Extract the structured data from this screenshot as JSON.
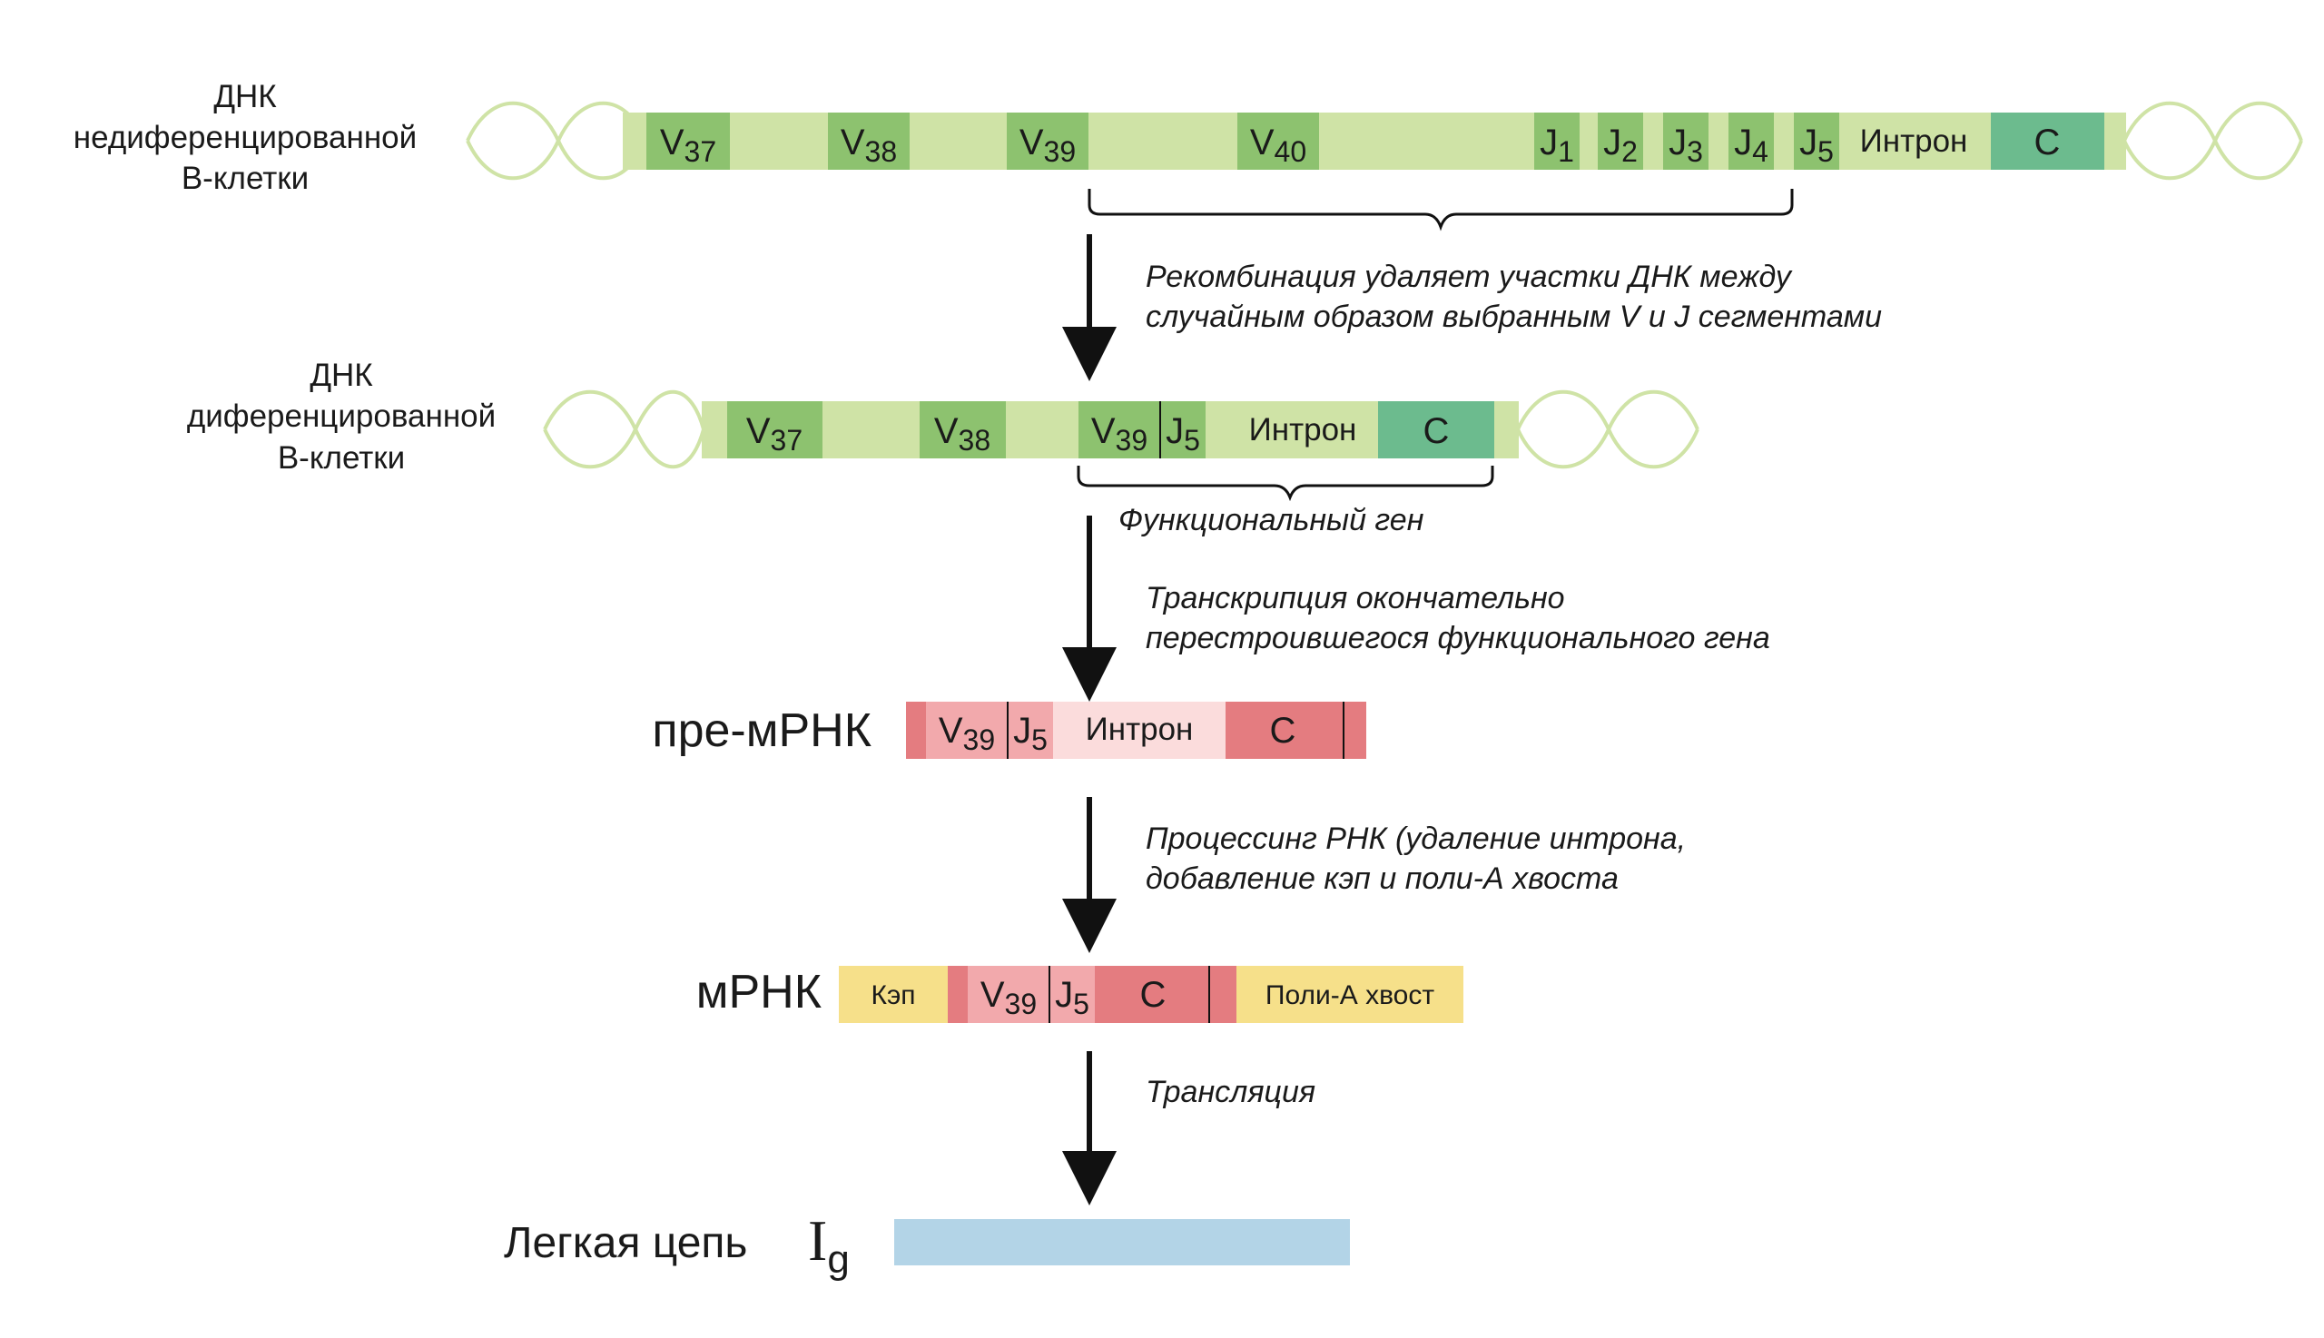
{
  "colors": {
    "dna_bg": "#cfe3a6",
    "dna_segment": "#8dc26f",
    "constant": "#6cbb8e",
    "wave": "#cfe3a6",
    "rna_dark": "#e47c80",
    "rna_mid": "#f2a9ac",
    "rna_light": "#fbdcdc",
    "cap_tail": "#f6e08a",
    "protein": "#b3d4e7",
    "arrow": "#111111"
  },
  "undiff": {
    "label": [
      "ДНК",
      "недиференцированной",
      "В-клетки"
    ],
    "segments": [
      {
        "base": "V",
        "sub": "37"
      },
      {
        "base": "V",
        "sub": "38"
      },
      {
        "base": "V",
        "sub": "39"
      },
      {
        "base": "V",
        "sub": "40"
      },
      {
        "base": "J",
        "sub": "1"
      },
      {
        "base": "J",
        "sub": "2"
      },
      {
        "base": "J",
        "sub": "3"
      },
      {
        "base": "J",
        "sub": "4"
      },
      {
        "base": "J",
        "sub": "5"
      }
    ],
    "intron": "Интрон",
    "constant": "С"
  },
  "step1_note": [
    "Рекомбинация удаляет участки ДНК между",
    "случайным образом выбранным V и J сегментами"
  ],
  "diff": {
    "label": [
      "ДНК",
      "диференцированной",
      "В-клетки"
    ],
    "segments": [
      {
        "base": "V",
        "sub": "37"
      },
      {
        "base": "V",
        "sub": "38"
      },
      {
        "base": "V",
        "sub": "39"
      },
      {
        "base": "J",
        "sub": "5"
      }
    ],
    "intron": "Интрон",
    "constant": "С",
    "brace_label": "Функциональный ген"
  },
  "step2_note": [
    "Транскрипция окончательно",
    "перестроившегося функционального гена"
  ],
  "premrna": {
    "label": "пре-мРНК",
    "segments": [
      {
        "base": "V",
        "sub": "39"
      },
      {
        "base": "J",
        "sub": "5"
      }
    ],
    "intron": "Интрон",
    "constant": "С"
  },
  "step3_note": [
    "Процессинг РНК (удаление интрона,",
    "добавление кэп и поли-А хвоста"
  ],
  "mrna": {
    "label": "мРНК",
    "cap": "Кэп",
    "segments": [
      {
        "base": "V",
        "sub": "39"
      },
      {
        "base": "J",
        "sub": "5"
      }
    ],
    "constant": "С",
    "tail": "Поли-А хвост"
  },
  "step4_note": [
    "Трансляция"
  ],
  "protein": {
    "label": "Легкая цепь",
    "ig_base": "I",
    "ig_sub": "g"
  }
}
